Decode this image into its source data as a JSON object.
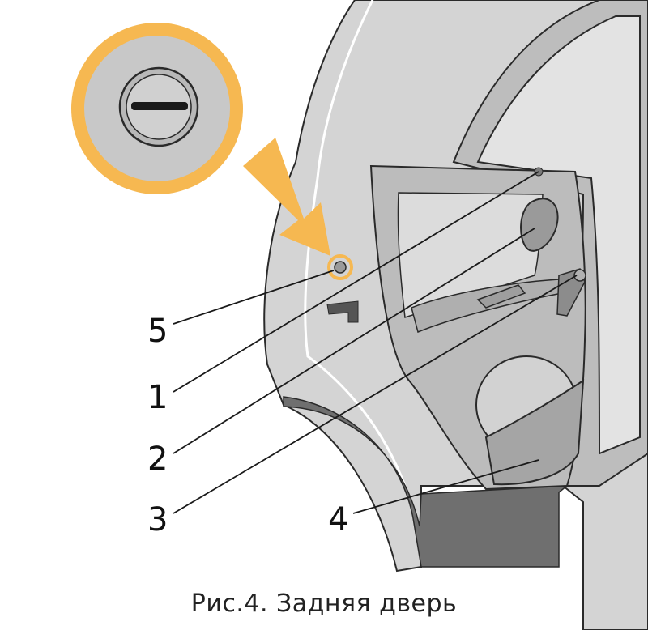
{
  "colors": {
    "accent": "#F6B851",
    "body_panel": "#CFCFCF",
    "door_trim": "#B9B9B9",
    "outline": "#2A2A2A"
  },
  "callouts": [
    {
      "number": "5"
    },
    {
      "number": "1"
    },
    {
      "number": "2"
    },
    {
      "number": "3"
    },
    {
      "number": "4"
    }
  ],
  "caption": "Рис.4. Задняя дверь"
}
